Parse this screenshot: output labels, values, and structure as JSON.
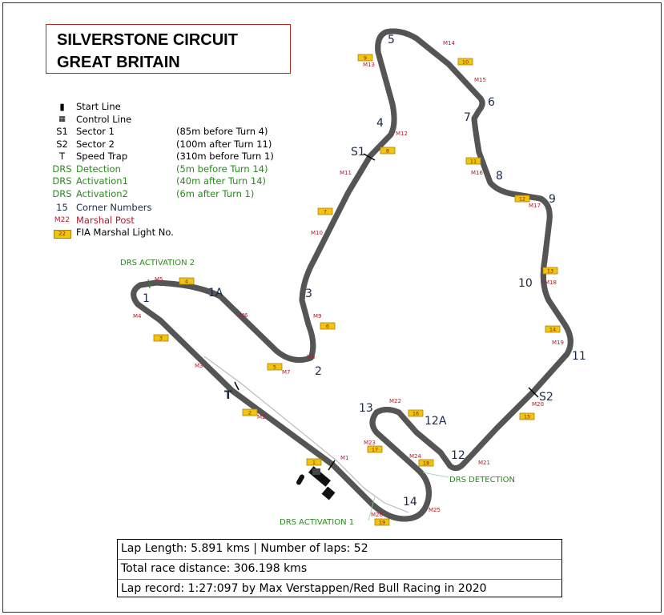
{
  "title": {
    "line1": "SILVERSTONE CIRCUIT",
    "line2": "GREAT BRITAIN"
  },
  "legend": [
    {
      "symbol": "",
      "label": "Start Line",
      "note": ""
    },
    {
      "symbol": "",
      "label": "Control Line",
      "note": ""
    },
    {
      "symbol": "S1",
      "label": "Sector 1",
      "note": "(85m before Turn 4)"
    },
    {
      "symbol": "S2",
      "label": "Sector 2",
      "note": "(100m after Turn 11)"
    },
    {
      "symbol": "T",
      "label": "Speed Trap",
      "note": "(310m before Turn 1)"
    },
    {
      "symbol": "DRS",
      "label": "Detection",
      "note": "(5m before Turn 14)"
    },
    {
      "symbol": "DRS",
      "label": "Activation1",
      "note": "(40m after Turn 14)"
    },
    {
      "symbol": "DRS",
      "label": "Activation2",
      "note": "(6m after Turn 1)"
    },
    {
      "symbol": "15",
      "label": "Corner Numbers",
      "note": ""
    },
    {
      "symbol": "M22",
      "label": "Marshal Post",
      "note": ""
    },
    {
      "symbol": "22",
      "label": "FIA Marshal Light No.",
      "note": ""
    }
  ],
  "corners": [
    "1",
    "1A",
    "2",
    "3",
    "4",
    "5",
    "6",
    "7",
    "8",
    "9",
    "10",
    "11",
    "12",
    "12A",
    "13",
    "14"
  ],
  "markers": {
    "s1": "S1",
    "s2": "S2",
    "t": "T"
  },
  "drs": {
    "activation2": "DRS ACTIVATION 2",
    "detection": "DRS DETECTION",
    "activation1": "DRS ACTIVATION 1"
  },
  "marshal_posts": [
    "M1",
    "M2",
    "M3",
    "M4",
    "M5",
    "M6",
    "M7",
    "M8",
    "M9",
    "M10",
    "M11",
    "M12",
    "M13",
    "M14",
    "M15",
    "M16",
    "M17",
    "M18",
    "M19",
    "M20",
    "M21",
    "M22",
    "M23",
    "M24",
    "M25",
    "M26"
  ],
  "lights": [
    "1",
    "2",
    "3",
    "4",
    "5",
    "6",
    "7",
    "8",
    "9",
    "10",
    "11",
    "12",
    "13",
    "14",
    "15",
    "16",
    "17",
    "18",
    "19"
  ],
  "info": {
    "row1": "Lap Length: 5.891 kms | Number of laps: 52",
    "row2": "Total race distance: 306.198 kms",
    "row3": "Lap record: 1:27:097 by Max Verstappen/Red Bull Racing in 2020"
  },
  "colors": {
    "track": "#8c8c8c",
    "drs": "#2a8a1e",
    "marshal": "#b01c2c",
    "corner": "#1b2a48",
    "light": "#f1c40f"
  }
}
